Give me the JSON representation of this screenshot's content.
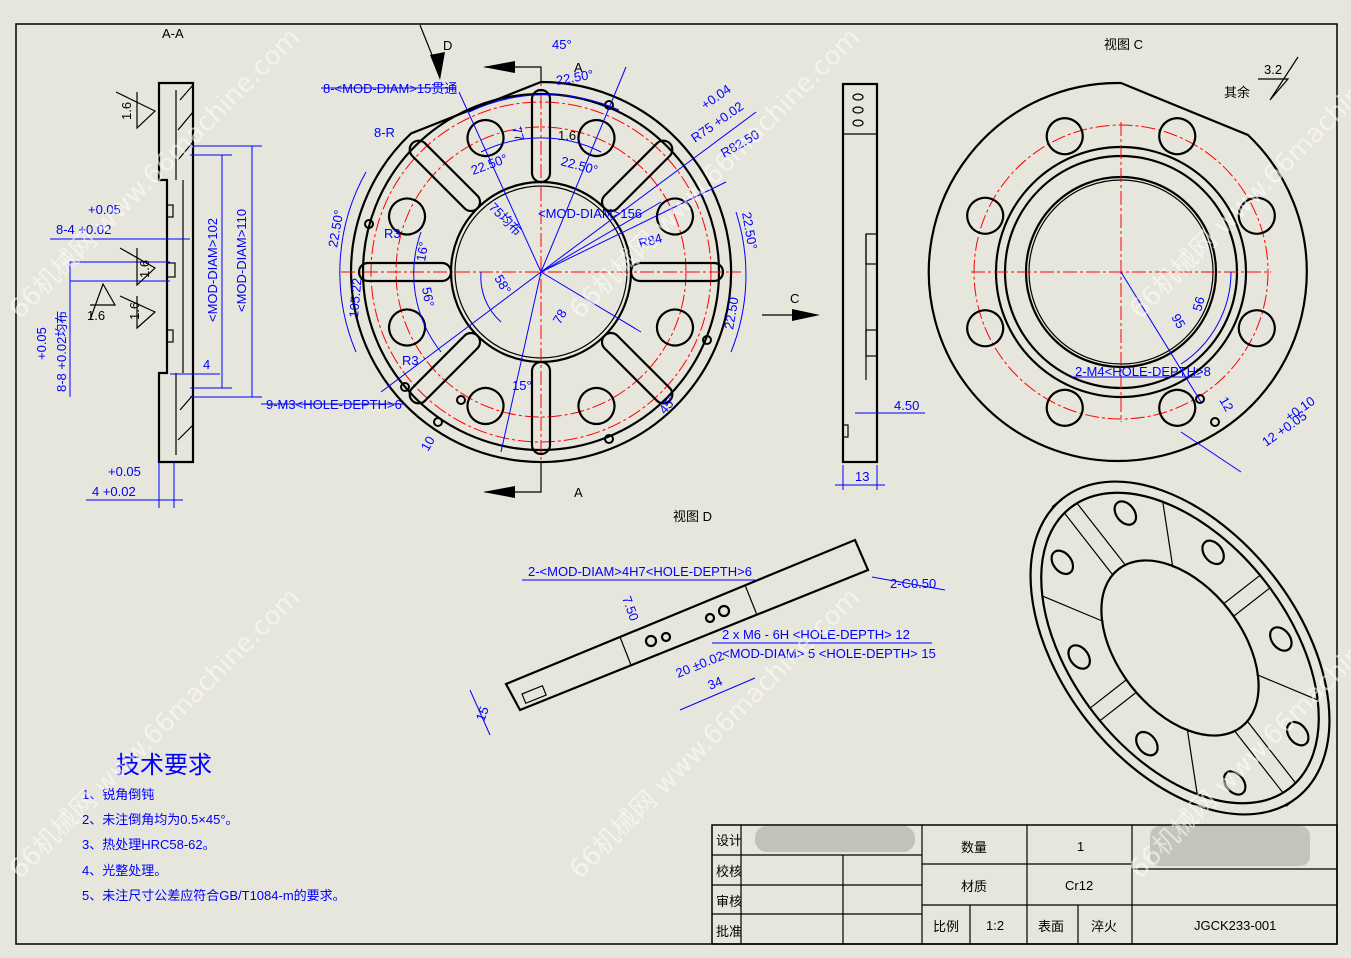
{
  "views": {
    "section_aa": "A-A",
    "view_c": "视图 C",
    "view_d": "视图 D",
    "arrow_d": "D",
    "arrow_a_top": "A",
    "arrow_a_bottom": "A",
    "arrow_c": "C"
  },
  "front_dims": [
    "8-<MOD-DIAM>15贯通",
    "8-R",
    "45°",
    "22.50°",
    "+0.04",
    "R75 +0.02",
    "R82.50",
    "<MOD-DIAM>156",
    "75均布",
    "77",
    "1.6",
    "22.50°",
    "22.50°",
    "22.50°",
    "R3",
    "16°",
    "56°",
    "58°",
    "105.22",
    "R84",
    "78",
    "R3",
    "15°",
    "10",
    "9-M3<HOLE-DEPTH>6",
    "22.50°",
    "22.50",
    "45°"
  ],
  "section_dims": [
    "1.6",
    "1.6",
    "1.6",
    "1.6",
    "+0.05",
    "8-4 +0.02",
    "+0.05",
    "8-8 +0.02均布",
    "<MOD-DIAM>102",
    "<MOD-DIAM>110",
    "4",
    "+0.05",
    "4 +0.02"
  ],
  "side_dims": [
    "4.50",
    "13"
  ],
  "view_c_dims": [
    "2-M4<HOLE-DEPTH>8",
    "95",
    "56",
    "12",
    "+0.10",
    "12 +0.05"
  ],
  "view_d_dims": [
    "2-<MOD-DIAM>4H7<HOLE-DEPTH>6",
    "2-C0.50",
    "7.50",
    "2 x  M6 - 6H <HOLE-DEPTH> 12",
    "<MOD-DIAM> 5 <HOLE-DEPTH> 15",
    "20 ±0.02",
    "34",
    "15"
  ],
  "surface": {
    "rest_label": "其余",
    "rest_value": "3.2"
  },
  "tech": {
    "title": "技术要求",
    "items": [
      "1、锐角倒钝",
      "2、未注倒角均为0.5×45°。",
      "3、热处理HRC58-62。",
      "4、光整处理。",
      "5、未注尺寸公差应符合GB/T1084-m的要求。"
    ]
  },
  "title_block": {
    "design": "设计",
    "check": "校核",
    "review": "审核",
    "approve": "批准",
    "qty_label": "数量",
    "qty": "1",
    "material_label": "材质",
    "material": "Cr12",
    "scale_label": "比例",
    "scale": "1:2",
    "surface_label": "表面",
    "surface": "淬火",
    "drawing_no": "JGCK233-001"
  },
  "watermark": "66机械网 www.66machine.com",
  "colors": {
    "dimension": "#0000ff",
    "centerline": "#ff0000",
    "outline": "#000000",
    "paper": "#e7e6dc"
  }
}
